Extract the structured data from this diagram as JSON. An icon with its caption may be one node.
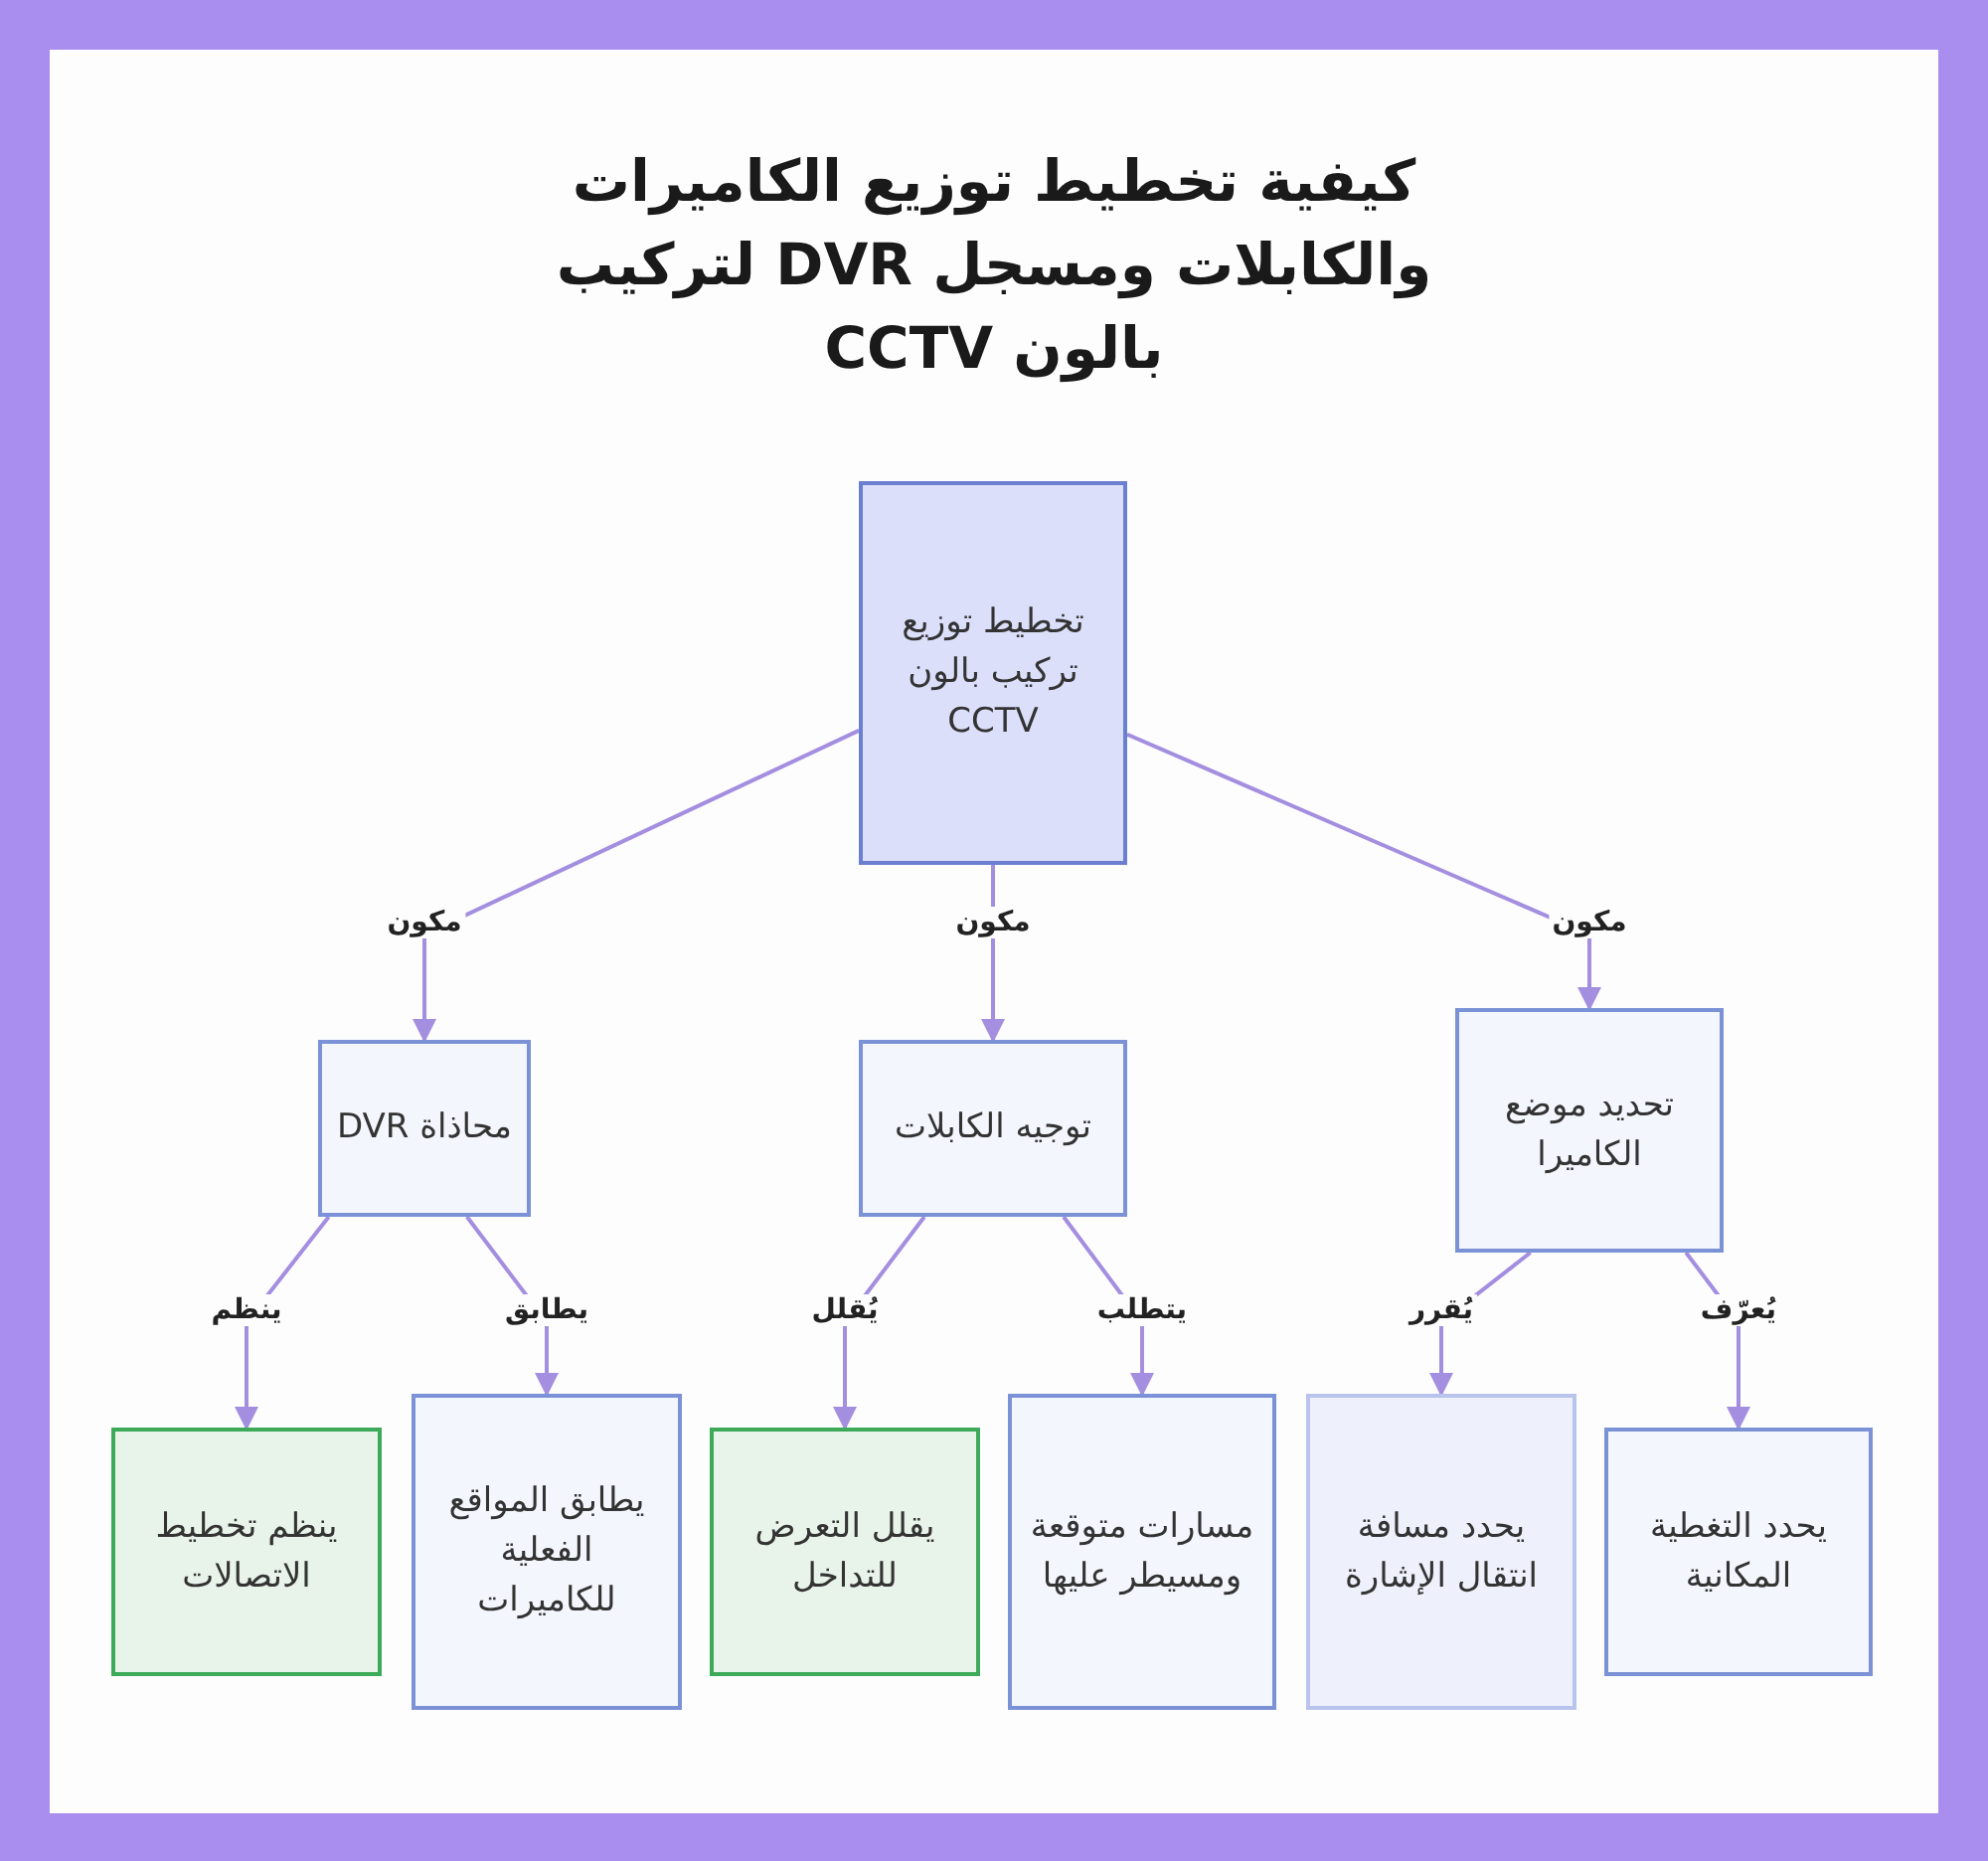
{
  "diagram": {
    "title": "كيفية تخطيط توزيع الكاميرات والكابلات ومسجل DVR لتركيب بالون CCTV",
    "nodes": [
      {
        "text": [
          "تخطيط توزيع تركيب بالون CCTV"
        ]
      },
      {
        "text": [
          "محاذاة DVR"
        ]
      },
      {
        "text": [
          "توجيه الكابلات"
        ]
      },
      {
        "text": [
          "تحديد موضع الكاميرا"
        ]
      },
      {
        "text": [
          "ينظم تخطيط الاتصالات"
        ]
      },
      {
        "text": [
          "يطابق المواقع الفعلية للكاميرات"
        ]
      },
      {
        "text": [
          "يقلل التعرض للتداخل"
        ]
      },
      {
        "text": [
          "مسارات متوقعة ومسيطر عليها"
        ]
      },
      {
        "text": [
          "يحدد مسافة انتقال الإشارة"
        ]
      },
      {
        "text": [
          "يحدد التغطية المكانية"
        ]
      }
    ],
    "edges": [
      {
        "from": 0,
        "to": 1,
        "arrow": "to",
        "label": "مكون"
      },
      {
        "from": 0,
        "to": 2,
        "arrow": "to",
        "label": "مكون"
      },
      {
        "from": 0,
        "to": 3,
        "arrow": "to",
        "label": "مكون"
      },
      {
        "from": 1,
        "to": 4,
        "arrow": "to",
        "label": "ينظم"
      },
      {
        "from": 1,
        "to": 5,
        "arrow": "to",
        "label": "يطابق"
      },
      {
        "from": 2,
        "to": 6,
        "arrow": "to",
        "label": "يُقلل"
      },
      {
        "from": 2,
        "to": 7,
        "arrow": "to",
        "label": "يتطلب"
      },
      {
        "from": 3,
        "to": 8,
        "arrow": "to",
        "label": "يُقرر"
      },
      {
        "from": 3,
        "to": 9,
        "arrow": "to",
        "label": "يُعرّف"
      }
    ]
  }
}
